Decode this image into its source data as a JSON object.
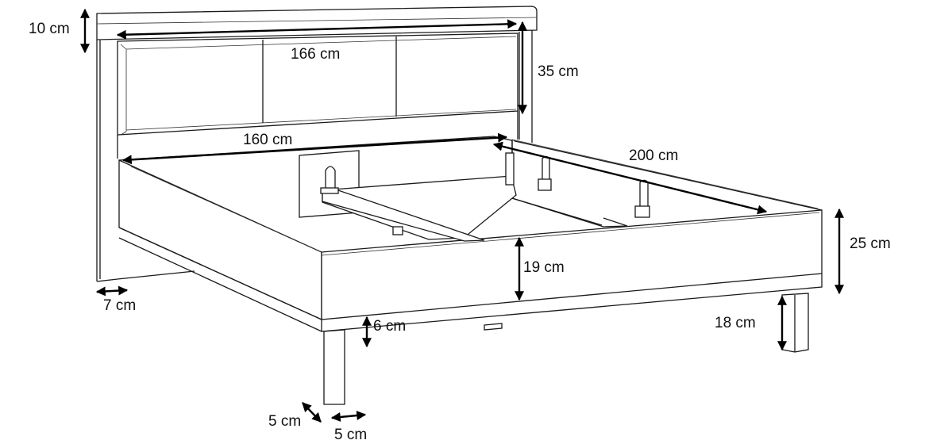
{
  "diagram": {
    "subject": "bed-frame-dimensions",
    "colors": {
      "line": "#1a1a1a",
      "background": "#ffffff",
      "text": "#111111"
    },
    "dimensions": {
      "headboard_top_rail_height": "10 cm",
      "headboard_width": "166 cm",
      "headboard_panel_height": "35 cm",
      "inner_width": "160 cm",
      "inner_length": "200 cm",
      "frame_total_height": "25 cm",
      "side_rail_height": "19 cm",
      "headboard_post_depth": "7 cm",
      "bottom_rail_height": "6 cm",
      "leg_height": "18 cm",
      "leg_depth": "5 cm",
      "leg_width": "5 cm"
    }
  }
}
